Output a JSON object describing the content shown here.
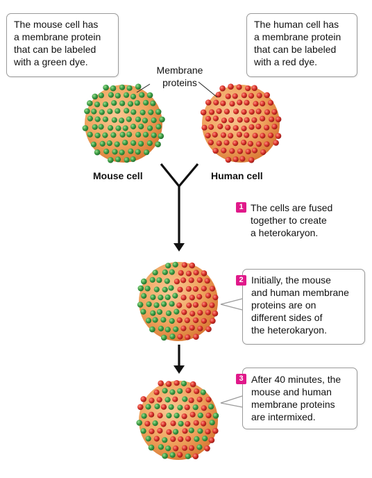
{
  "callouts": {
    "mouse": "The mouse cell has\na membrane protein\nthat can be labeled\nwith a green dye.",
    "human": "The human cell has\na membrane protein\nthat can be labeled\nwith a red dye."
  },
  "membrane_label": "Membrane\nproteins",
  "cell_labels": {
    "mouse": "Mouse cell",
    "human": "Human cell"
  },
  "steps": [
    {
      "number": "1",
      "text": "The cells are fused\ntogether to create\na heterokaryon."
    },
    {
      "number": "2",
      "text": "Initially, the mouse\nand human membrane\nproteins are on\ndifferent sides of\nthe heterokaryon."
    },
    {
      "number": "3",
      "text": "After 40 minutes, the\nmouse and human\nmembrane proteins\nare intermixed."
    }
  ],
  "colors": {
    "cell_light": "#f6b77c",
    "cell_dark": "#e2813a",
    "green_protein": "#3b9b45",
    "red_protein": "#d8322a",
    "badge": "#e0198a",
    "callout_border": "#9a9a9a"
  }
}
